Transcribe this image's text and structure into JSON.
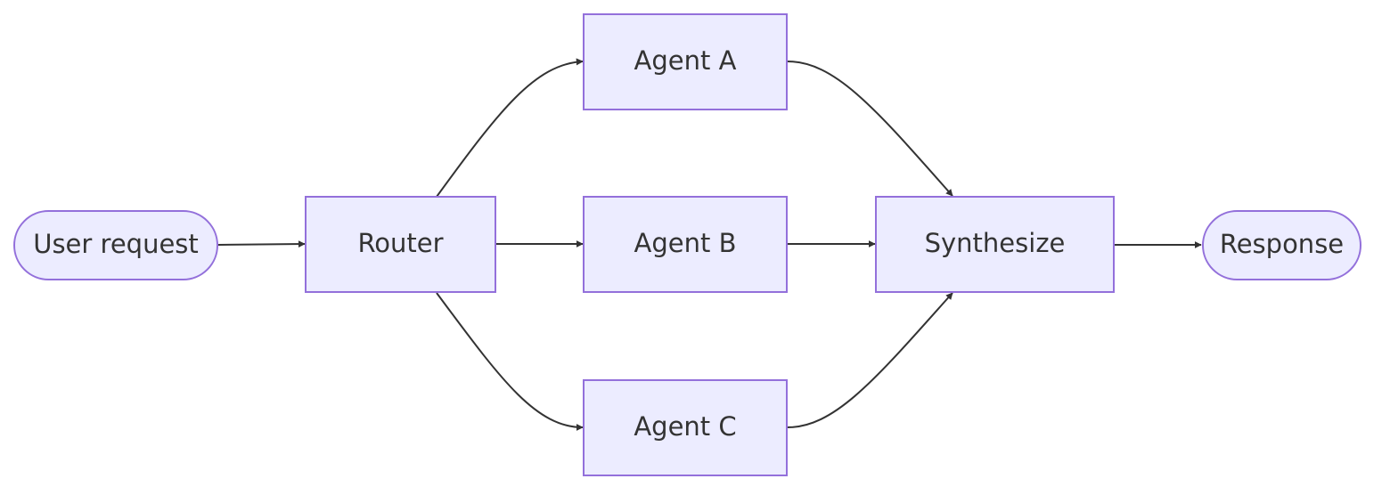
{
  "diagram": {
    "type": "flowchart",
    "direction": "left-to-right",
    "colors": {
      "node_fill": "#ececff",
      "node_stroke": "#9370db",
      "edge": "#333333",
      "text": "#333333"
    },
    "nodes": {
      "user_request": {
        "label": "User request",
        "shape": "stadium"
      },
      "router": {
        "label": "Router",
        "shape": "rectangle"
      },
      "agent_a": {
        "label": "Agent A",
        "shape": "rectangle"
      },
      "agent_b": {
        "label": "Agent B",
        "shape": "rectangle"
      },
      "agent_c": {
        "label": "Agent C",
        "shape": "rectangle"
      },
      "synthesize": {
        "label": "Synthesize",
        "shape": "rectangle"
      },
      "response": {
        "label": "Response",
        "shape": "stadium"
      }
    },
    "edges": [
      {
        "from": "user_request",
        "to": "router"
      },
      {
        "from": "router",
        "to": "agent_a"
      },
      {
        "from": "router",
        "to": "agent_b"
      },
      {
        "from": "router",
        "to": "agent_c"
      },
      {
        "from": "agent_a",
        "to": "synthesize"
      },
      {
        "from": "agent_b",
        "to": "synthesize"
      },
      {
        "from": "agent_c",
        "to": "synthesize"
      },
      {
        "from": "synthesize",
        "to": "response"
      }
    ]
  }
}
